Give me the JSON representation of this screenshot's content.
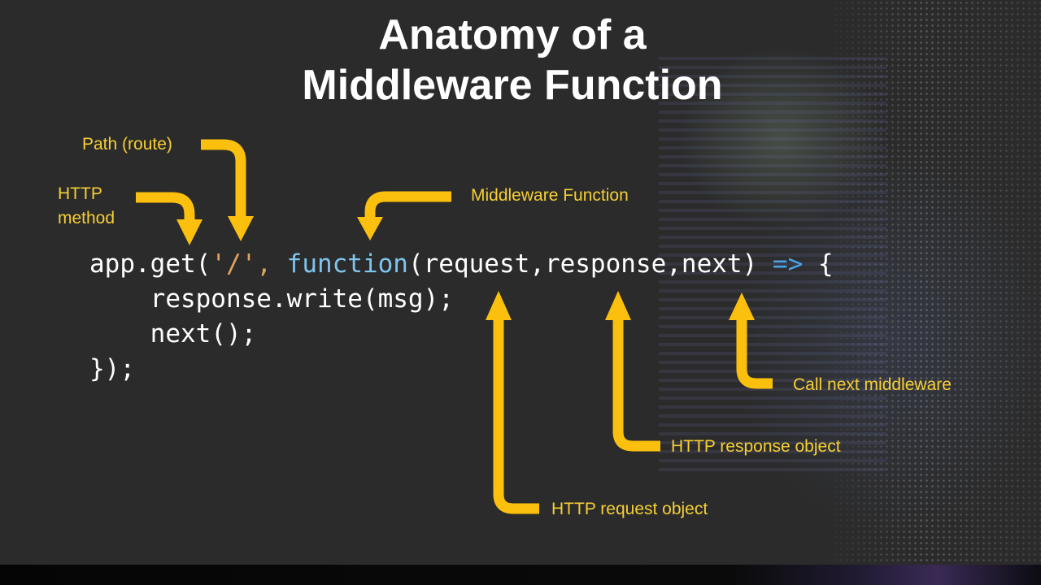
{
  "title": {
    "line1": "Anatomy of a",
    "line2": "Middleware Function"
  },
  "code": {
    "line1": {
      "part1": "app.get(",
      "path": "'/'",
      "comma": ",",
      "space": " ",
      "keyword": "function",
      "params": "(request,response,next)",
      "gap": " ",
      "arrow": "=>",
      "brace": " {"
    },
    "line2": "    response.write(msg);",
    "line3": "    next();",
    "line4": "});"
  },
  "labels": {
    "path_route": "Path (route)",
    "http_method_line1": "HTTP",
    "http_method_line2": "method",
    "middleware_function": "Middleware Function",
    "call_next": "Call next middleware",
    "http_response": "HTTP response object",
    "http_request": "HTTP request object"
  },
  "colors": {
    "arrow": "#fbbf0e",
    "label": "#f6cf34",
    "background": "#2b2b2b",
    "keyword": "#7fc4ec",
    "string": "#e2a45f"
  }
}
